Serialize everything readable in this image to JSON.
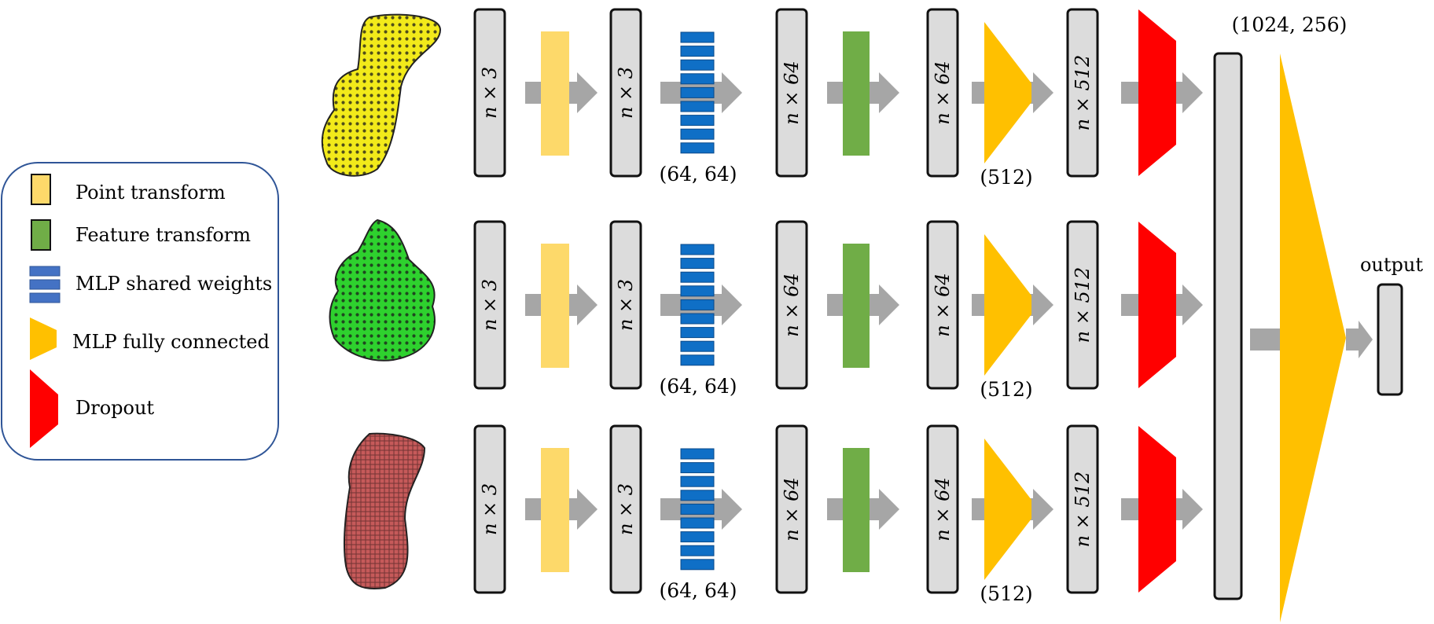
{
  "colors": {
    "point_transform": "#fdd96a",
    "feature_transform": "#70ad47",
    "mlp_shared": "#0f6fc6",
    "mlp_fc": "#ffc000",
    "dropout": "#ff0000",
    "layer_box": "#dcdcdc",
    "arrow": "#a6a6a6",
    "legend_border": "#2f5597"
  },
  "legend": {
    "items": [
      {
        "label": "Point transform",
        "icon": "yellow-rectangle-icon"
      },
      {
        "label": "Feature transform",
        "icon": "green-rectangle-icon"
      },
      {
        "label": "MLP shared weights",
        "icon": "stacked-blue-bars-icon"
      },
      {
        "label": "MLP fully connected",
        "icon": "orange-trapezoid-icon"
      },
      {
        "label": "Dropout",
        "icon": "red-trapezoid-icon"
      }
    ]
  },
  "rows": [
    {
      "cloud": "yellow-point-cloud",
      "cloud_color": "#f2ea1a",
      "in_label": "n × 3",
      "mid_label": "n × 3",
      "mlp_dims": "(64, 64)",
      "feat_label": "n × 64",
      "feat2_label": "n × 64",
      "fc_dims": "(512)",
      "out_label": "n × 512"
    },
    {
      "cloud": "green-point-cloud",
      "cloud_color": "#2ed12e",
      "in_label": "n × 3",
      "mid_label": "n × 3",
      "mlp_dims": "(64, 64)",
      "feat_label": "n × 64",
      "feat2_label": "n × 64",
      "fc_dims": "(512)",
      "out_label": "n × 512"
    },
    {
      "cloud": "red-point-cloud",
      "cloud_color": "#c65a5a",
      "in_label": "n × 3",
      "mid_label": "n × 3",
      "mlp_dims": "(64, 64)",
      "feat_label": "n × 64",
      "feat2_label": "n × 64",
      "fc_dims": "(512)",
      "out_label": "n × 512"
    }
  ],
  "final": {
    "fc_dims": "(1024, 256)",
    "output_label": "output"
  }
}
